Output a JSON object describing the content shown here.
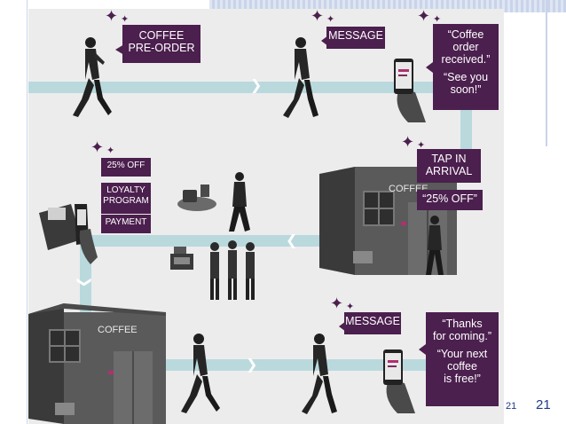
{
  "slide": {
    "page_number": "21",
    "footer_number": "21"
  },
  "step1": {
    "label_line1": "COFFEE",
    "label_line2": "PRE-ORDER"
  },
  "step2": {
    "label": "MESSAGE"
  },
  "step3": {
    "quote_line1": "“Coffee",
    "quote_line2": "order",
    "quote_line3": "received.”",
    "quote2_line1": "“See you",
    "quote2_line2": "soon!”"
  },
  "step4": {
    "label_line1": "TAP IN",
    "label_line2": "ARRIVAL",
    "offer": "“25% OFF”",
    "shop_sign": "COFFEE"
  },
  "counter": {
    "discount": "25% OFF",
    "loyalty_line1": "LOYALTY",
    "loyalty_line2": "PROGRAM",
    "payment": "PAYMENT"
  },
  "step5": {
    "shop_sign": "COFFEE"
  },
  "step6": {
    "label": "MESSAGE"
  },
  "step7": {
    "quote_line1": "“Thanks",
    "quote_line2": "for coming.”",
    "quote2_line1": "“Your next",
    "quote2_line2": "coffee",
    "quote2_line3": "is free!”"
  },
  "colors": {
    "accent": "#4b1f4e",
    "path": "#b9d9dd",
    "background": "#ececec",
    "page_number": "#1f3a8a"
  }
}
